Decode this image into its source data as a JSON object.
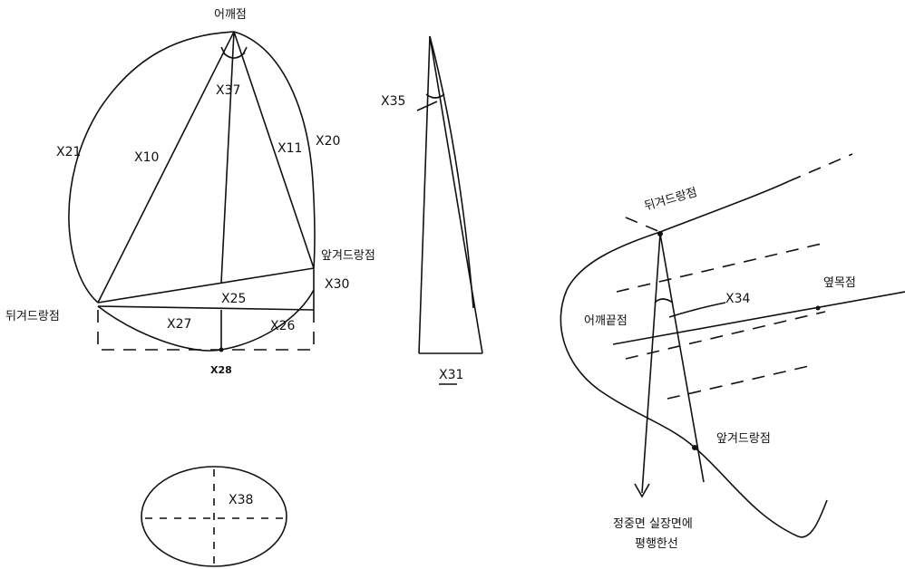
{
  "figure1": {
    "labels": {
      "top_point": "어깨점",
      "x37": "X37",
      "x21": "X21",
      "x10": "X10",
      "x11": "X11",
      "x20": "X20",
      "front_point": "앞겨드랑점",
      "back_point": "뒤겨드랑점",
      "x30": "X30",
      "x25": "X25",
      "x27": "X27",
      "x26": "X26",
      "x28": "X28"
    }
  },
  "figure2": {
    "labels": {
      "x35": "X35",
      "x31": "X31"
    }
  },
  "figure3": {
    "labels": {
      "x38": "X38"
    }
  },
  "figure4": {
    "labels": {
      "back_point": "뒤겨드랑점",
      "neck_point": "옆목점",
      "shoulder_end": "어깨끝점",
      "x34": "X34",
      "front_point": "앞겨드랑점",
      "note_line1": "정중면 실장면에",
      "note_line2": "평행한선"
    }
  }
}
